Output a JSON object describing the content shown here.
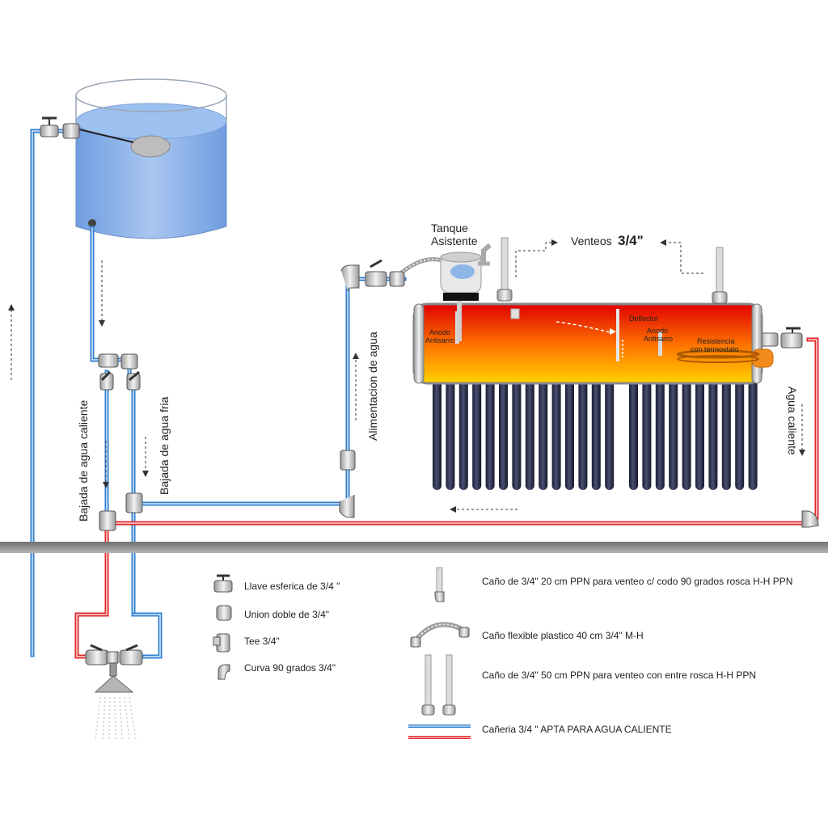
{
  "labels": {
    "tank_assist_line1": "Tanque",
    "tank_assist_line2": "Asistente",
    "vents_word": "Venteos",
    "vents_size": "3/4\"",
    "deflector": "Deflector",
    "anode_left_1": "Anodo",
    "anode_left_2": "Antisarro",
    "anode_right_1": "Anodo",
    "anode_right_2": "Antisarro",
    "resistance_1": "Resistencia",
    "resistance_2": "con termostato",
    "water_feed": "Alimentacion de agua",
    "hot_down": "Bajada de agua caliente",
    "cold_down": "Bajada de agua fria",
    "hot_water": "Agua caliente"
  },
  "legend_left": [
    {
      "icon": "ball-valve-icon",
      "text": "Llave esferica de 3/4 \""
    },
    {
      "icon": "double-union-icon",
      "text": "Union doble de 3/4\""
    },
    {
      "icon": "tee-icon",
      "text": "Tee 3/4\""
    },
    {
      "icon": "elbow-icon",
      "text": "Curva 90 grados  3/4\""
    }
  ],
  "legend_right": [
    {
      "icon": "vent-pipe-short-icon",
      "text": "Caño de 3/4\" 20 cm  PPN para venteo c/ codo 90 grados rosca H-H PPN"
    },
    {
      "icon": "flexible-hose-icon",
      "text": "Caño flexible plastico 40 cm 3/4\"  M-H"
    },
    {
      "icon": "vent-pipe-long-icon",
      "text": "Caño de 3/4\"   50 cm PPN para venteo con entre rosca H-H PPN"
    },
    {
      "icon": "pipe-pair-icon",
      "text": "Cañeria 3/4 \" APTA PARA AGUA CALIENTE"
    }
  ],
  "colors": {
    "cold_pipe": "#2f7fd0",
    "hot_pipe": "#e2262b",
    "tank_water": "#8fb4e8",
    "floor": "#8a8a8a"
  }
}
